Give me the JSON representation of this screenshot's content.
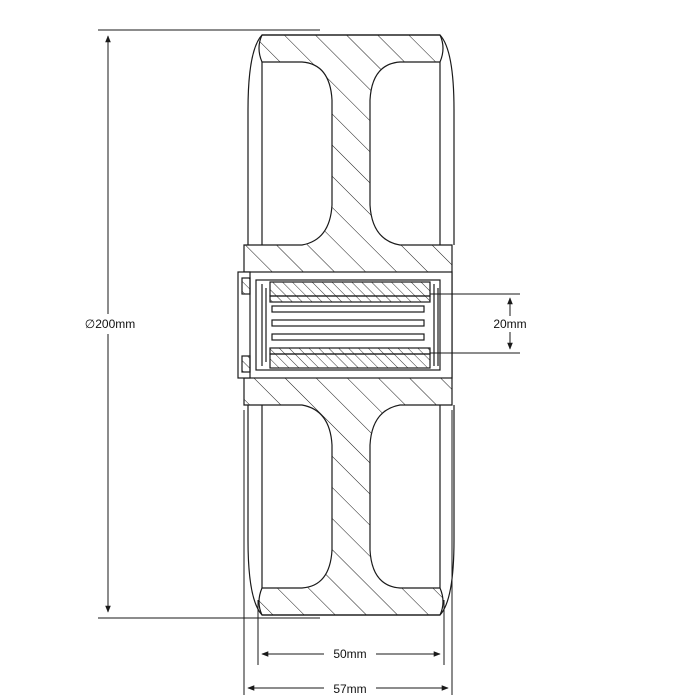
{
  "dimensions": {
    "outer_diameter": "∅200mm",
    "bore_diameter": "20mm",
    "tread_width": "50mm",
    "overall_width": "57mm"
  },
  "colors": {
    "line": "#1a1a1a",
    "background": "#ffffff"
  }
}
